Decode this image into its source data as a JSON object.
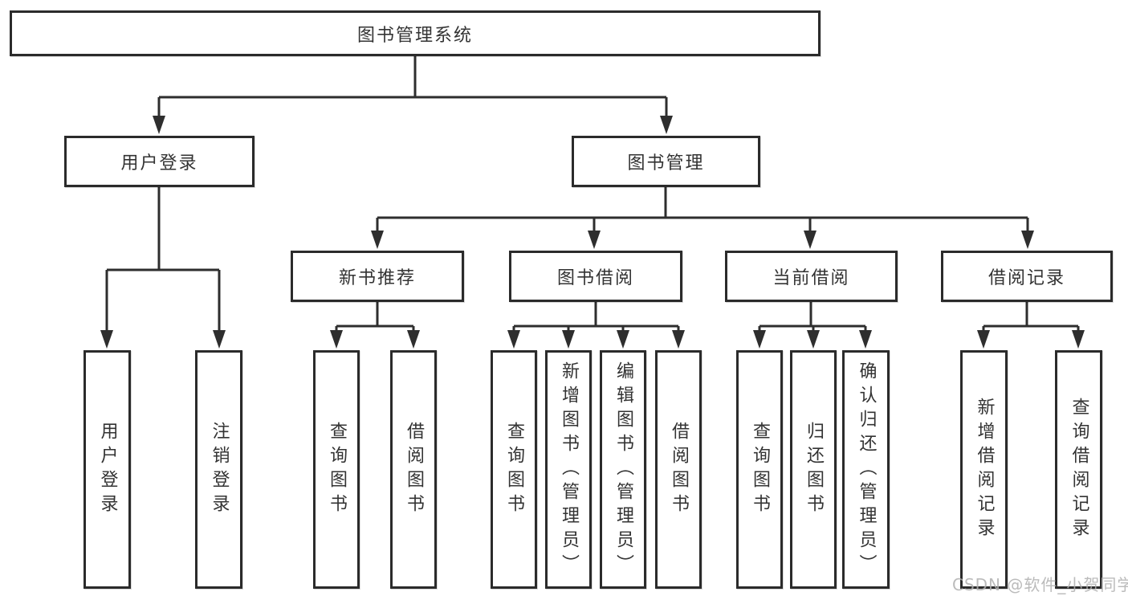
{
  "tree": {
    "root": {
      "label": "图书管理系统"
    },
    "branches": [
      {
        "label": "用户登录",
        "children": [
          "用户登录",
          "注销登录"
        ]
      },
      {
        "label": "图书管理",
        "groups": [
          {
            "label": "新书推荐",
            "children": [
              "查询图书",
              "借阅图书"
            ]
          },
          {
            "label": "图书借阅",
            "children": [
              "查询图书",
              "新增图书（管理员）",
              "编辑图书（管理员）",
              "借阅图书"
            ]
          },
          {
            "label": "当前借阅",
            "children": [
              "查询图书",
              "归还图书",
              "确认归还（管理员）"
            ]
          },
          {
            "label": "借阅记录",
            "children": [
              "新增借阅记录",
              "查询借阅记录"
            ]
          }
        ]
      }
    ]
  },
  "watermark": {
    "text": "CSDN @软件_小贺同学"
  },
  "colors": {
    "line": "#2e2e2e",
    "box_border": "#2b2b2b",
    "text": "#333333",
    "watermark": "#b0b0b0",
    "background": "#ffffff"
  }
}
